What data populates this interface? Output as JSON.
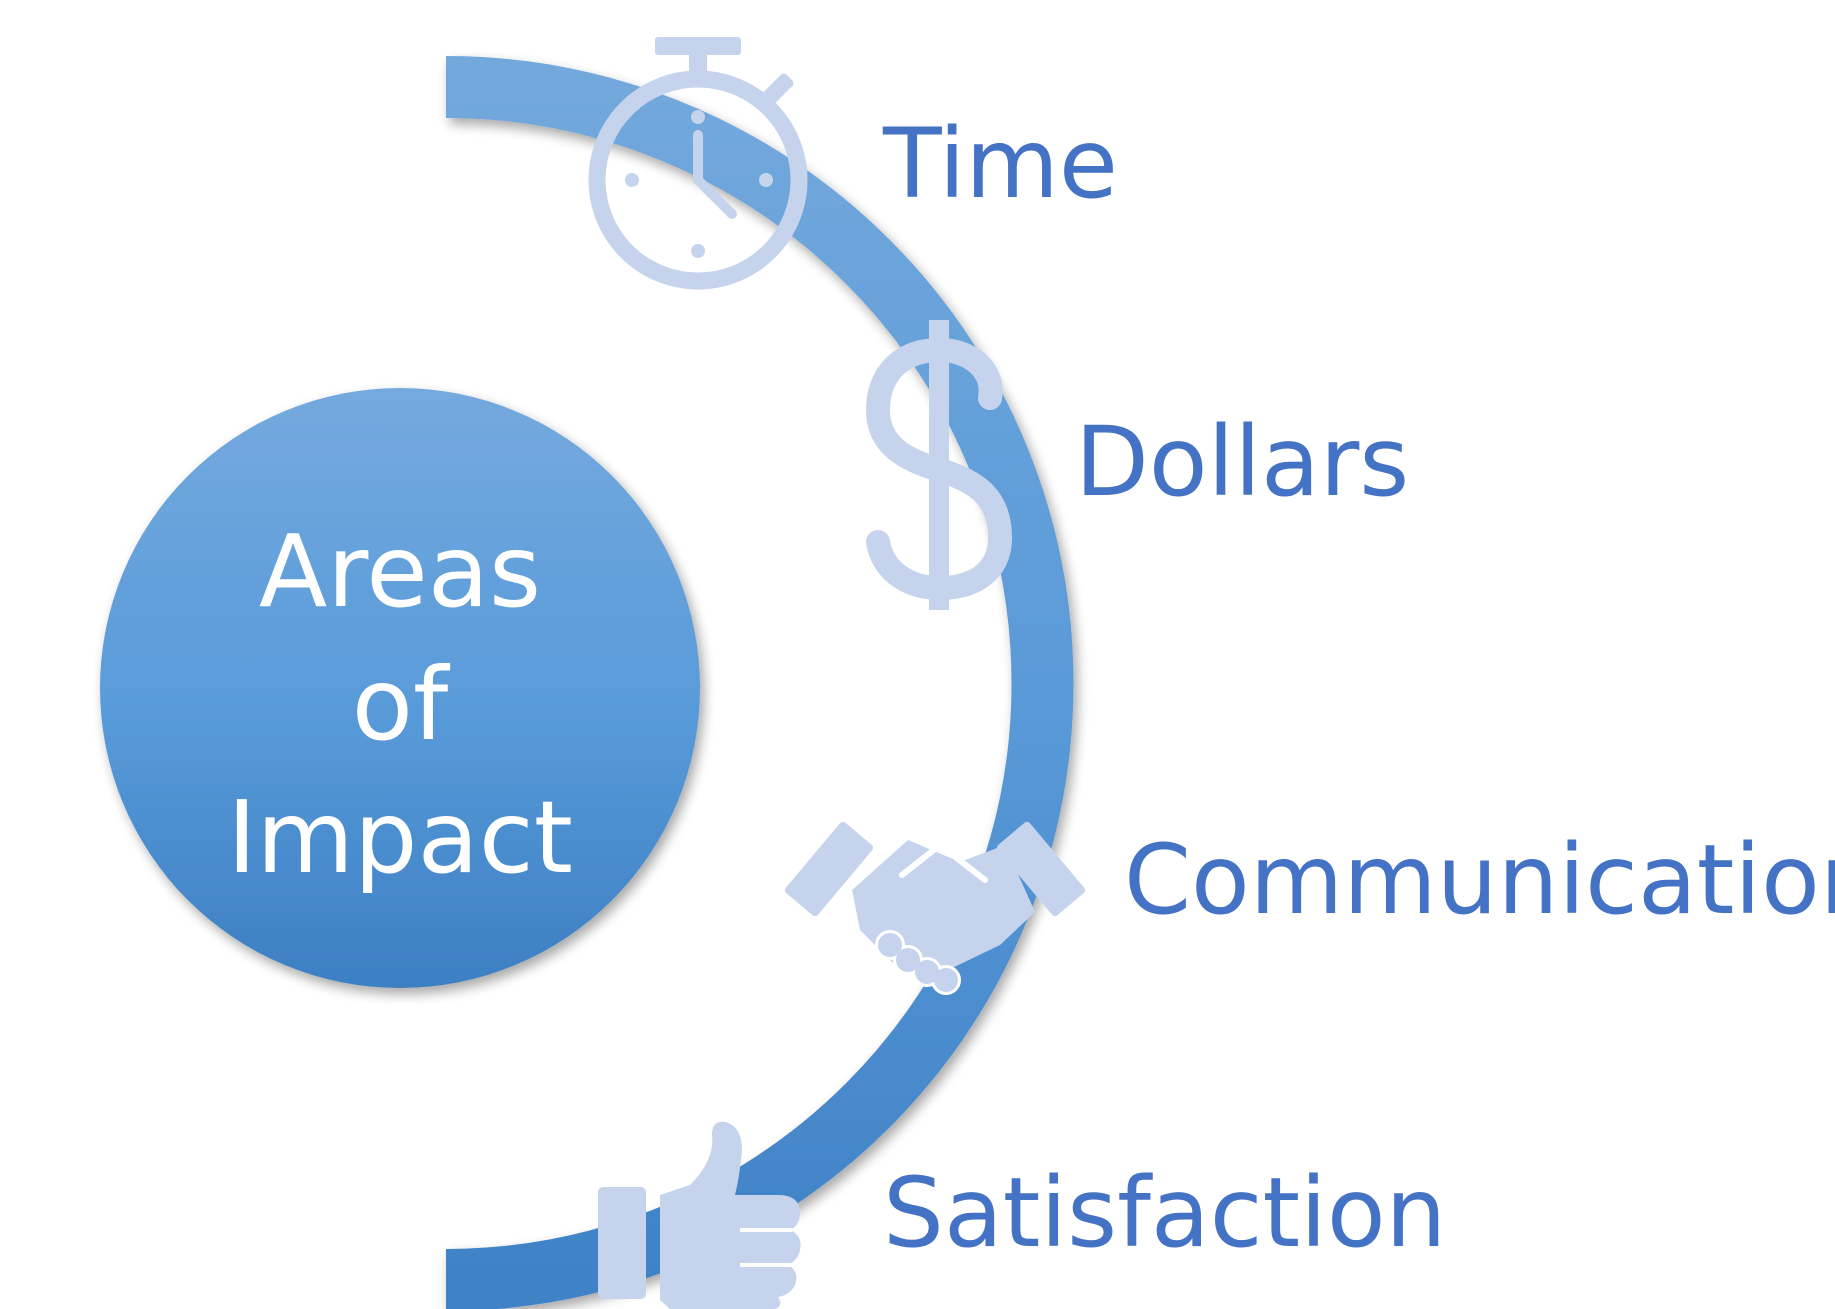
{
  "center": {
    "line1": "Areas",
    "line2": "of",
    "line3": "Impact"
  },
  "items": [
    {
      "label": "Time",
      "icon": "stopwatch-icon"
    },
    {
      "label": "Dollars",
      "icon": "dollar-sign-icon"
    },
    {
      "label": "Communication",
      "icon": "handshake-icon"
    },
    {
      "label": "Satisfaction",
      "icon": "thumbs-up-icon"
    }
  ],
  "colors": {
    "arc": "#5b9bd5",
    "circle": "#5b9bd5",
    "icon": "#c5d4ec",
    "label": "#4472c4",
    "center_text": "#ffffff"
  }
}
